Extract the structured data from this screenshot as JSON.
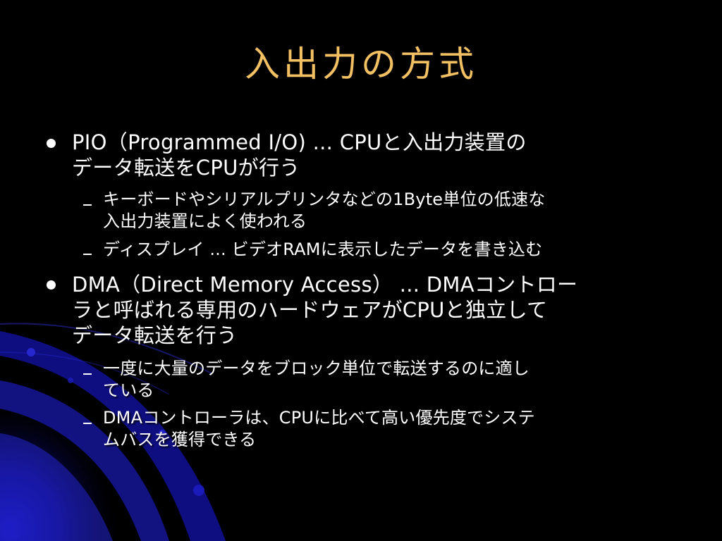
{
  "slide": {
    "title": "入出力の方式",
    "bullets": [
      {
        "text": "PIO（Programmed I/O) ... CPUと入出力装置のデータ転送をCPUが行う",
        "lines": [
          "PIO（Programmed I/O) ... CPUと入出力装置の",
          "データ転送をCPUが行う"
        ],
        "subbullets": [
          {
            "text": "キーボードやシリアルプリンタなどの1Byte単位の低速な入出力装置によく使われる",
            "lines": [
              "キーボードやシリアルプリンタなどの1Byte単位の低速な",
              "入出力装置によく使われる"
            ]
          },
          {
            "text": "ディスプレイ ... ビデオRAMに表示したデータを書き込む",
            "lines": [
              "ディスプレイ  ... ビデオRAMに表示したデータを書き込む"
            ]
          }
        ]
      },
      {
        "text": "DMA（Direct Memory Access） ... DMAコントローラと呼ばれる専用のハードウェアがCPUと独立してデータ転送を行う",
        "lines": [
          "DMA（Direct Memory Access） ... DMAコントロー",
          "ラと呼ばれる専用のハードウェアがCPUと独立して",
          "データ転送を行う"
        ],
        "subbullets": [
          {
            "text": "一度に大量のデータをブロック単位で転送するのに適している",
            "lines": [
              "一度に大量のデータをブロック単位で転送するのに適し",
              "ている"
            ]
          },
          {
            "text": "DMAコントローラは、CPUに比べて高い優先度でシステムバスを獲得できる",
            "lines": [
              "DMAコントローラは、CPUに比べて高い優先度でシステ",
              "ムバスを獲得できる"
            ]
          }
        ]
      }
    ]
  },
  "colors": {
    "background": "#000000",
    "title": "#f2c063",
    "text": "#ffffff",
    "accent_blue": "#1010a0"
  }
}
